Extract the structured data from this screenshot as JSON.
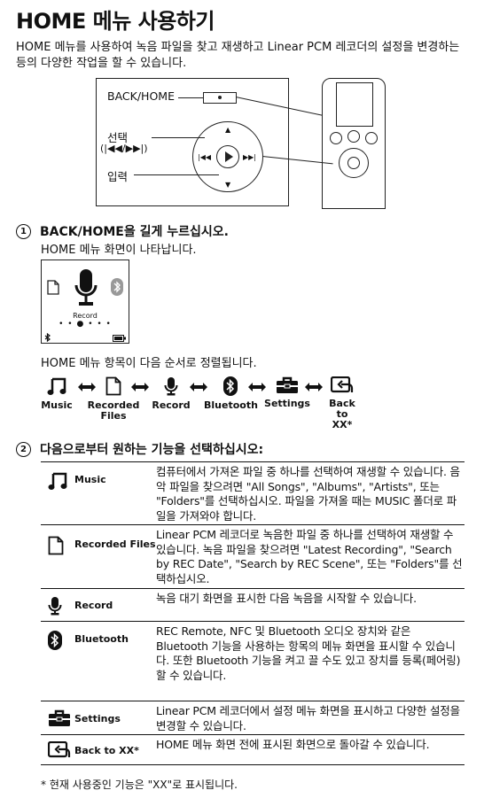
{
  "title": "HOME 메뉴 사용하기",
  "intro": "HOME 메뉴를 사용하여 녹음 파일을 찾고 재생하고 Linear PCM 레코더의 설정을 변경하는 등의 다양한 작업을 할 수 있습니다.",
  "diagram": {
    "back_home_label": "BACK/HOME",
    "select_label": "선택",
    "select_keys": "(|◀◀/▶▶|)",
    "enter_label": "입력"
  },
  "step1": {
    "number": "1",
    "heading": "BACK/HOME을 길게 누르십시오.",
    "sub": "HOME 메뉴 화면이 나타납니다.",
    "screen_caption": "Record",
    "order_text": "HOME 메뉴 항목이 다음 순서로 정렬됩니다."
  },
  "icon_row": [
    {
      "label": "Music",
      "icon": "music-note-icon"
    },
    {
      "label": "Recorded\nFiles",
      "icon": "document-icon"
    },
    {
      "label": "Record",
      "icon": "microphone-icon"
    },
    {
      "label": "Bluetooth",
      "icon": "bluetooth-icon"
    },
    {
      "label": "Settings",
      "icon": "toolbox-icon"
    },
    {
      "label": "Back\nto XX*",
      "icon": "back-arrow-icon"
    }
  ],
  "step2": {
    "number": "2",
    "heading": "다음으로부터 원하는 기능을 선택하십시오:"
  },
  "table": [
    {
      "name": "Music",
      "icon": "music-note-icon",
      "desc": "컴퓨터에서 가져온 파일 중 하나를 선택하여 재생할 수 있습니다. 음악 파일을 찾으려면 \"All Songs\", \"Albums\", \"Artists\", 또는 \"Folders\"를 선택하십시오. 파일을 가져올 때는 MUSIC 폴더로 파일을 가져와야 합니다."
    },
    {
      "name": "Recorded Files",
      "icon": "document-icon",
      "desc": "Linear PCM 레코더로 녹음한 파일 중 하나를 선택하여 재생할 수 있습니다. 녹음 파일을 찾으려면 \"Latest Recording\", \"Search by REC Date\", \"Search by REC Scene\", 또는 \"Folders\"를 선택하십시오."
    },
    {
      "name": "Record",
      "icon": "microphone-icon",
      "desc": "녹음 대기 화면을 표시한 다음 녹음을 시작할 수 있습니다."
    },
    {
      "name": "Bluetooth",
      "icon": "bluetooth-icon",
      "desc": "REC Remote, NFC 및 Bluetooth 오디오 장치와 같은 Bluetooth 기능을 사용하는 항목의 메뉴 화면을 표시할 수 있습니다. 또한 Bluetooth 기능을 켜고 끌 수도 있고 장치를 등록(페어링)할 수 있습니다."
    },
    {
      "name": "Settings",
      "icon": "toolbox-icon",
      "desc": "Linear PCM 레코더에서 설정 메뉴 화면을 표시하고 다양한 설정을 변경할 수 있습니다."
    },
    {
      "name": "Back to XX*",
      "icon": "back-arrow-icon",
      "desc": "HOME 메뉴 화면 전에 표시된 화면으로 돌아갈 수 있습니다."
    }
  ],
  "footnote": "* 현재 사용중인 기능은 \"XX\"로 표시됩니다."
}
